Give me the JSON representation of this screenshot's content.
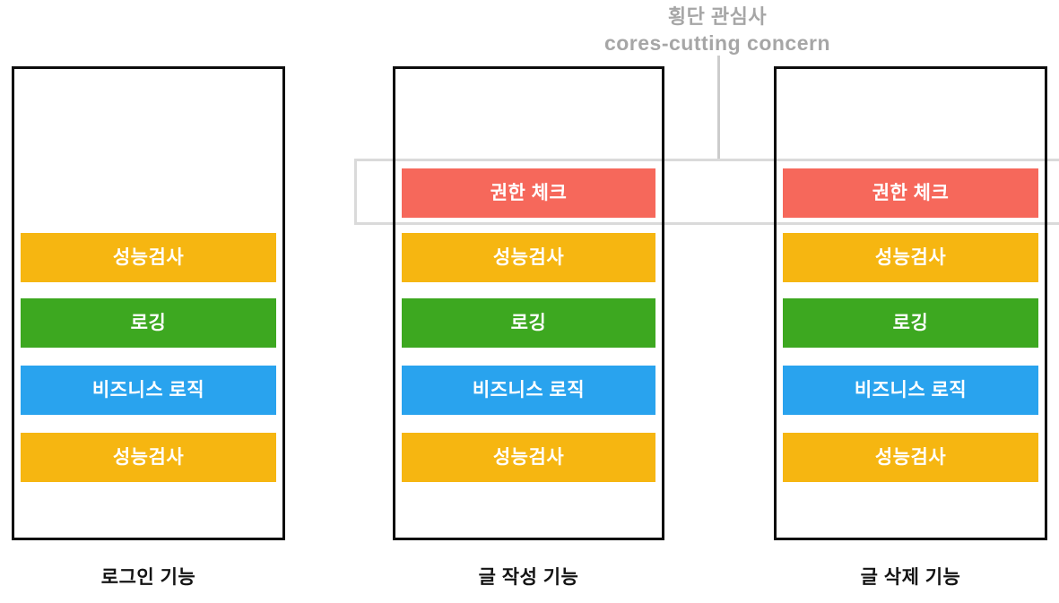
{
  "diagram": {
    "crosscut": {
      "title_ko": "횡단 관심사",
      "title_en": "cores-cutting concern"
    },
    "colors": {
      "auth_red": "#F6685B",
      "perf_yellow": "#F6B611",
      "logging_green": "#3DA820",
      "business_blue": "#29A3EE",
      "band_gray": "#DADADA",
      "title_gray": "#A6A6A6",
      "box_border_black": "#0D0D0D"
    },
    "columns": [
      {
        "label": "로그인 기능",
        "bars": [
          {
            "name": "performance-check",
            "label": "성능검사"
          },
          {
            "name": "logging",
            "label": "로깅"
          },
          {
            "name": "business-logic",
            "label": "비즈니스 로직"
          },
          {
            "name": "performance-check",
            "label": "성능검사"
          }
        ]
      },
      {
        "label": "글 작성 기능",
        "bars": [
          {
            "name": "auth-check",
            "label": "권한 체크"
          },
          {
            "name": "performance-check",
            "label": "성능검사"
          },
          {
            "name": "logging",
            "label": "로깅"
          },
          {
            "name": "business-logic",
            "label": "비즈니스 로직"
          },
          {
            "name": "performance-check",
            "label": "성능검사"
          }
        ]
      },
      {
        "label": "글 삭제 기능",
        "bars": [
          {
            "name": "auth-check",
            "label": "권한 체크"
          },
          {
            "name": "performance-check",
            "label": "성능검사"
          },
          {
            "name": "logging",
            "label": "로깅"
          },
          {
            "name": "business-logic",
            "label": "비즈니스 로직"
          },
          {
            "name": "performance-check",
            "label": "성능검사"
          }
        ]
      }
    ]
  }
}
